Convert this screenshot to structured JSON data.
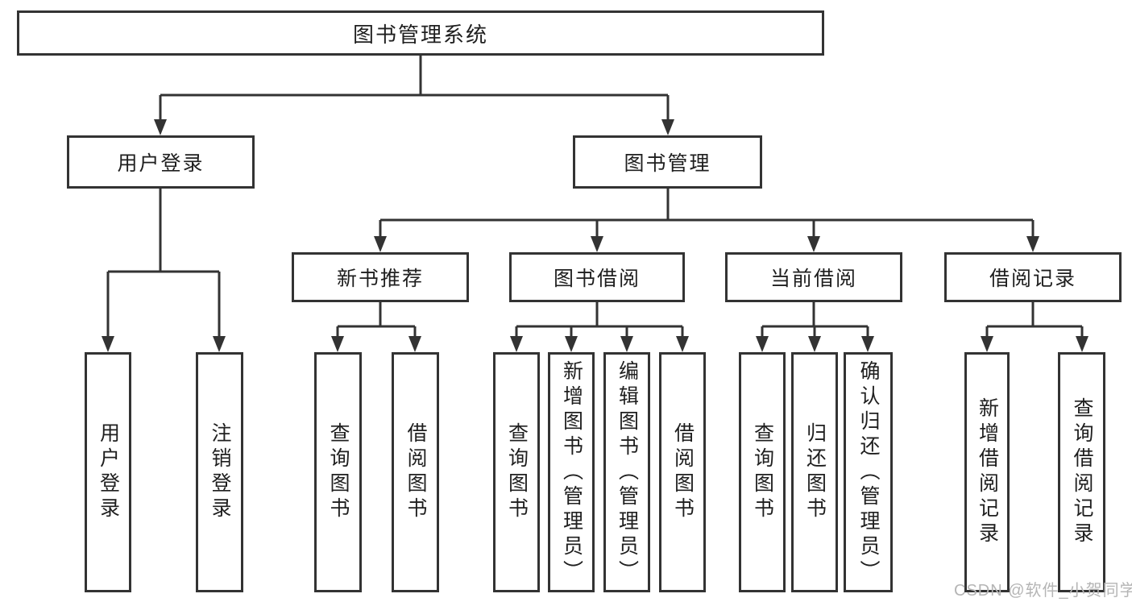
{
  "colors": {
    "line": "#333333",
    "box_background": "#ffffff",
    "text": "#1f1f1f",
    "watermark": "#b5b5b5",
    "background": "#ffffff"
  },
  "watermark": {
    "text": "CSDN @软件_小贺同学"
  },
  "tree": {
    "label": "图书管理系统",
    "children": [
      {
        "label": "用户登录",
        "children": [
          {
            "label": "用户登录"
          },
          {
            "label": "注销登录"
          }
        ]
      },
      {
        "label": "图书管理",
        "children": [
          {
            "label": "新书推荐",
            "children": [
              {
                "label": "查询图书"
              },
              {
                "label": "借阅图书"
              }
            ]
          },
          {
            "label": "图书借阅",
            "children": [
              {
                "label": "查询图书"
              },
              {
                "label": "新增图书（管理员）"
              },
              {
                "label": "编辑图书（管理员）"
              },
              {
                "label": "借阅图书"
              }
            ]
          },
          {
            "label": "当前借阅",
            "children": [
              {
                "label": "查询图书"
              },
              {
                "label": "归还图书"
              },
              {
                "label": "确认归还（管理员）"
              }
            ]
          },
          {
            "label": "借阅记录",
            "children": [
              {
                "label": "新增借阅记录"
              },
              {
                "label": "查询借阅记录"
              }
            ]
          }
        ]
      }
    ]
  }
}
